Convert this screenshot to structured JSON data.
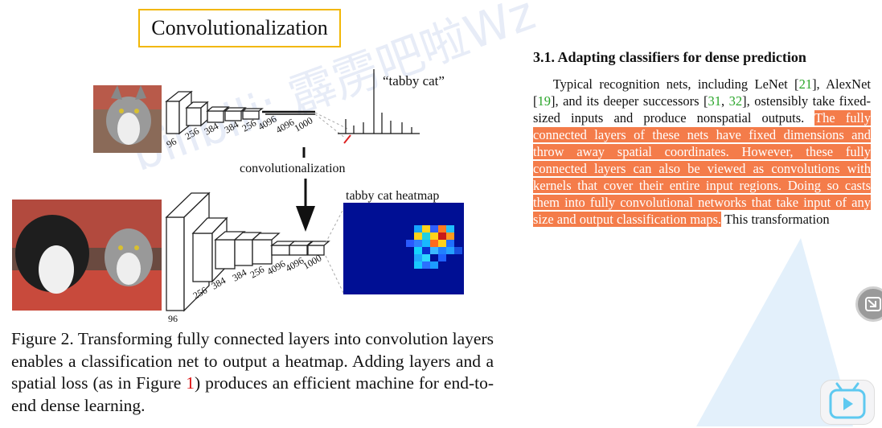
{
  "title_box": "Convolutionalization",
  "diagram": {
    "top_label": "“tabby cat”",
    "middle_label": "convolutionalization",
    "heatmap_label": "tabby cat heatmap",
    "top_layers": [
      "96",
      "256",
      "384",
      "384",
      "256",
      "4096",
      "4096",
      "1000"
    ],
    "bottom_layers": [
      "96",
      "256",
      "384",
      "384",
      "256",
      "4096",
      "4096",
      "1000"
    ]
  },
  "caption": {
    "part1": "Figure 2.   Transforming fully connected layers into convolution layers enables a classification net to output a heatmap.  Adding layers and a spatial loss (as in Figure ",
    "ref": "1",
    "part2": ") produces an efficient machine for end-to-end dense learning."
  },
  "section": {
    "heading": "3.1. Adapting classifiers for dense prediction",
    "t1": "Typical recognition nets, including LeNet [",
    "c1": "21",
    "t2": "], AlexNet [",
    "c2": "19",
    "t3": "], and its deeper successors [",
    "c3": "31",
    "t4": ", ",
    "c4": "32",
    "t5": "], ostensibly take fixed-sized inputs and produce nonspatial outputs. ",
    "highlight": "The fully connected layers of these nets have fixed dimensions and throw away spatial coordinates. However, these fully connected layers can also be viewed as convolutions with kernels that cover their entire input regions.  Doing so casts them into fully convolutional networks that take input of any size and output classification maps.",
    "t6": " This transformation"
  },
  "watermark": "bilibili: 霹雳吧啦Wz",
  "colors": {
    "highlight": "#f47c4a",
    "citation": "#2aa52a",
    "title_border": "#f2b705"
  }
}
